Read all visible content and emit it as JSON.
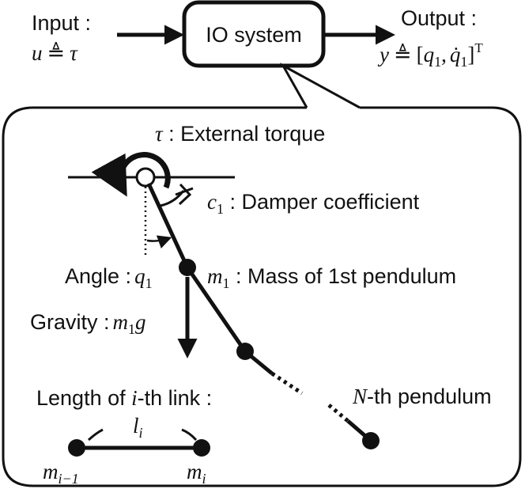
{
  "io": {
    "input_label": "Input :",
    "input_var": "u",
    "input_def": "≜",
    "input_val": "τ",
    "system_label": "IO system",
    "output_label": "Output :",
    "output_var": "y",
    "output_def": "≜",
    "output_lbr": "[",
    "output_q": "q",
    "output_q_sub": "1",
    "output_comma": ",",
    "output_qdot": "q̇",
    "output_qdot_sub": "1",
    "output_rbr": "]",
    "output_sup": "T"
  },
  "pendulum": {
    "torque_symbol": "τ",
    "torque_label": " : External torque",
    "damper_symbol": "c",
    "damper_sub": "1",
    "damper_label": " : Damper coefficient",
    "angle_label": "Angle :",
    "angle_symbol": "q",
    "angle_sub": "1",
    "mass_symbol": "m",
    "mass_sub": "1",
    "mass_label": " : Mass of 1st pendulum",
    "gravity_label": "Gravity :",
    "gravity_m": "m",
    "gravity_sub": "1",
    "gravity_g": "g",
    "nth_symbol": "N",
    "nth_label": "-th pendulum"
  },
  "link": {
    "label_prefix": "Length of ",
    "label_i": "i",
    "label_suffix": "-th link :",
    "length_symbol": "l",
    "length_sub": "i",
    "left_mass": "m",
    "left_sub": "i−1",
    "right_mass": "m",
    "right_sub": "i"
  },
  "colors": {
    "ink": "#111111",
    "background": "#ffffff"
  }
}
